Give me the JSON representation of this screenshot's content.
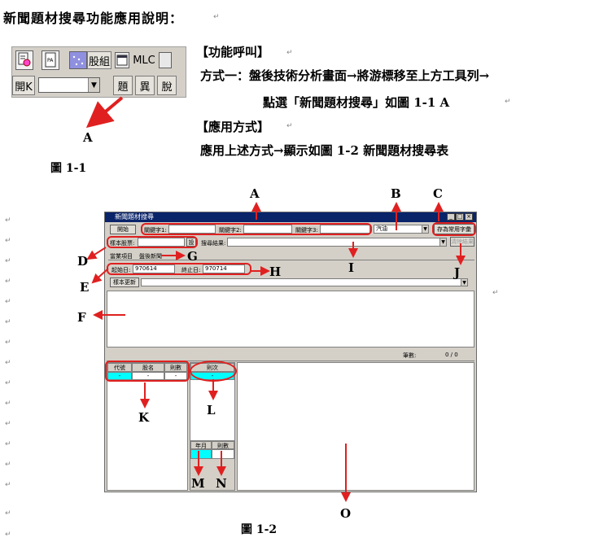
{
  "doc": {
    "title": "新聞題材搜尋功能應用說明：",
    "function_call_heading": "【功能呼叫】",
    "method1_line1": "方式一：盤後技術分析畫面→將游標移至上方工具列→",
    "method1_line2": "點選「新聞題材搜尋」如圖 1-1 A",
    "usage_heading": "【應用方式】",
    "usage_line": "應用上述方式→顯示如圖 1-2 新聞題材搜尋表",
    "fig1_caption": "圖 1-1",
    "fig2_caption": "圖 1-2",
    "para_mark": "↵"
  },
  "toolbar": {
    "btn_stock_group": "股組",
    "btn_mlc": "MLC",
    "btn_open_k": "開K",
    "btn_topic": "題",
    "btn_diff": "異",
    "btn_cut": "脫",
    "arrow_label": "A"
  },
  "window": {
    "title": "新聞題材搜尋",
    "title_buttons": [
      "_",
      "□",
      "×"
    ],
    "start_button": "開始",
    "keyword1_label": "關鍵字1:",
    "keyword2_label": "關鍵字2:",
    "keyword3_label": "關鍵字3:",
    "category_value": "汽油",
    "save_words_button": "存為常用字彙",
    "sample_stock_label": "樣本股票:",
    "stock_button": "設",
    "search_result_label": "搜尋結果:",
    "clear_button": "清除結果",
    "tab_review": "當業項目",
    "tab_after_news": "盤後新聞",
    "start_date_label": "起始日:",
    "start_date_value": "970614",
    "end_date_label": "終止日:",
    "end_date_value": "970714",
    "sample_update_button": "樣本更新",
    "count_label": "筆數:",
    "count_value": "0 / 0",
    "grid1_headers": [
      "代號",
      "股名",
      "則數"
    ],
    "grid1_row": [
      "-",
      "-",
      "-"
    ],
    "grid2_header": "則次",
    "grid2_row": "-",
    "grid3_headers": [
      "年月",
      "則數"
    ]
  },
  "callouts": [
    "A",
    "B",
    "C",
    "D",
    "E",
    "F",
    "G",
    "H",
    "I",
    "J",
    "K",
    "L",
    "M",
    "N",
    "O"
  ],
  "colors": {
    "highlight_red": "#e02020",
    "titlebar_blue": "#0a246a",
    "grid_cyan": "#00ffff",
    "window_gray": "#d4d0c8"
  }
}
